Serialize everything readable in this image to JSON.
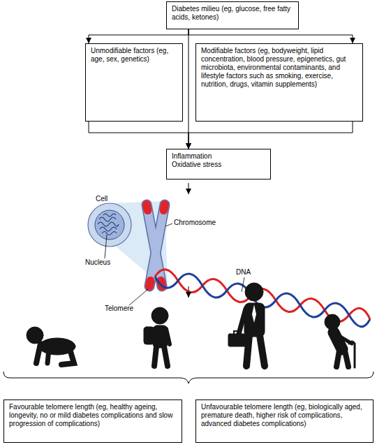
{
  "diagram": {
    "nodes": [
      {
        "text": [
          "Diabetes milieu (eg, glucose, free fatty acids, ketones)"
        ]
      },
      {
        "text": [
          "Unmodifiable factors (eg, age, sex, genetics)"
        ]
      },
      {
        "text": [
          "Modifiable factors (eg, bodyweight, lipid concentration, blood pressure, epigenetics, gut microbiota, environmental contaminants, and lifestyle factors such as smoking, exercise, nutrition, drugs, vitamin supplements)"
        ]
      },
      {
        "text": [
          "Inflammation",
          "Oxidative stress"
        ]
      },
      {
        "text": [
          "Favourable telomere length (eg, healthy ageing, longevity, no or mild diabetes complications and slow progression of complications)"
        ]
      },
      {
        "text": [
          "Unfavourable telomere length (eg, biologically aged, premature death, higher risk of complications, advanced diabetes complications)"
        ]
      }
    ],
    "edges": [
      {
        "from": 0,
        "to": 1,
        "arrow": "to"
      },
      {
        "from": 0,
        "to": 2,
        "arrow": "to"
      },
      {
        "from": 0,
        "to": 3,
        "arrow": "to"
      },
      {
        "from": 1,
        "to": 3,
        "arrow": "to"
      },
      {
        "from": 2,
        "to": 3,
        "arrow": "to"
      }
    ],
    "labels": [
      "Cell",
      "Nucleus",
      "Chromosome",
      "Telomere",
      "DNA"
    ]
  }
}
